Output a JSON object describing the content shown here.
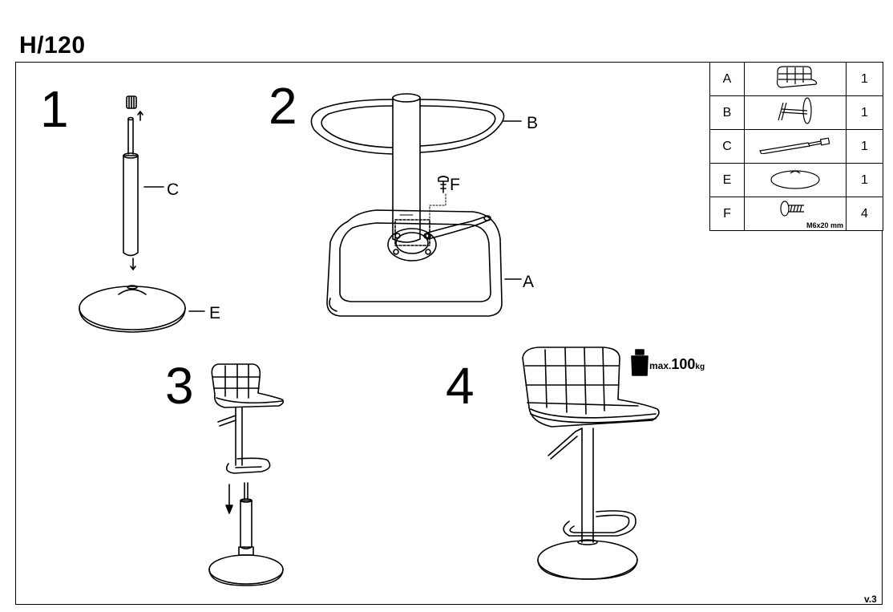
{
  "document": {
    "code": "H/120",
    "version": "v.3"
  },
  "steps": [
    {
      "number": "1",
      "labels": [
        "C",
        "E"
      ]
    },
    {
      "number": "2",
      "labels": [
        "B",
        "F",
        "A"
      ]
    },
    {
      "number": "3"
    },
    {
      "number": "4"
    }
  ],
  "parts": [
    {
      "letter": "A",
      "icon": "seat-icon",
      "qty": "1"
    },
    {
      "letter": "B",
      "icon": "footrest-lever-icon",
      "qty": "1"
    },
    {
      "letter": "C",
      "icon": "gas-lift-icon",
      "qty": "1"
    },
    {
      "letter": "E",
      "icon": "base-plate-icon",
      "qty": "1"
    },
    {
      "letter": "F",
      "icon": "screw-icon",
      "qty": "4",
      "spec": "M6x20 mm"
    }
  ],
  "load": {
    "prefix": "max.",
    "value": "100",
    "unit": "kg",
    "icon": "weight-icon"
  }
}
